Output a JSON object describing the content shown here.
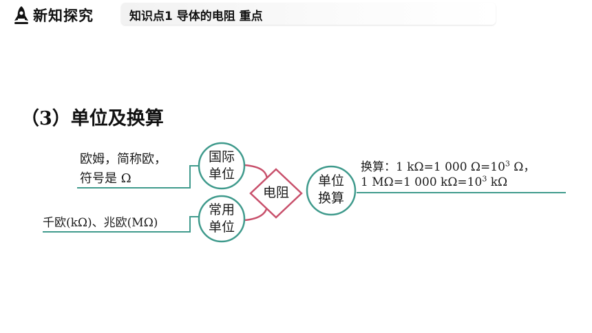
{
  "header": {
    "title": "新知探究",
    "topic": "知识点1  导体的电阻  重点"
  },
  "section": {
    "title": "（3）单位及换算"
  },
  "diagram": {
    "center": "电阻",
    "intl_unit": {
      "line1": "国际",
      "line2": "单位"
    },
    "intl_unit_desc": {
      "line1": "欧姆，简称欧，",
      "line2": "符号是 Ω"
    },
    "common_unit": {
      "line1": "常用",
      "line2": "单位"
    },
    "common_unit_desc": "千欧(kΩ)、兆欧(MΩ)",
    "conversion": {
      "line1": "单位",
      "line2": "换算"
    },
    "conversion_desc": {
      "line1_a": "换算：1 kΩ=1 000 Ω=10",
      "line1_exp": "3",
      "line1_b": " Ω，",
      "line2_a": "1 MΩ=1 000 kΩ=10",
      "line2_exp": "3",
      "line2_b": " kΩ"
    }
  },
  "colors": {
    "circle_stroke": "#3f9a8c",
    "diamond_stroke": "#c8506b",
    "connector": "#c8506b",
    "underline": "#3f9a8c"
  }
}
